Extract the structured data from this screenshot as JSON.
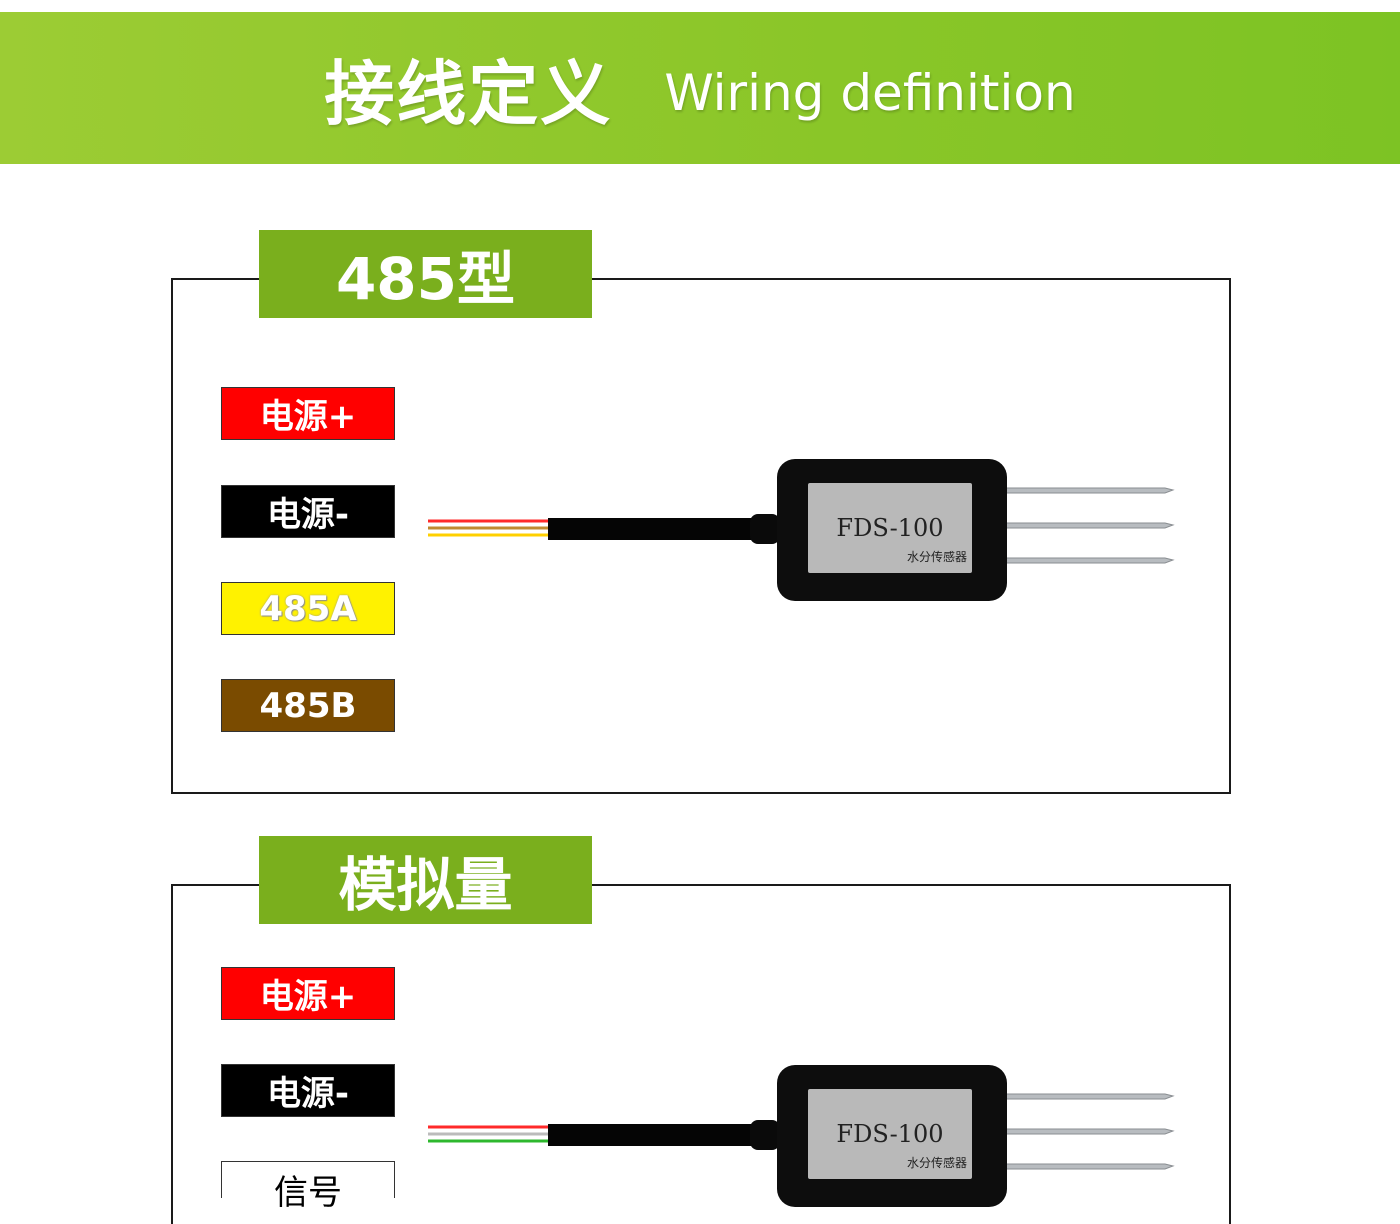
{
  "header": {
    "title_cn": "接线定义",
    "title_en": "Wiring definition"
  },
  "sections": [
    {
      "title": "485型",
      "labels": [
        {
          "text": "电源+",
          "style": "red"
        },
        {
          "text": "电源-",
          "style": "black"
        },
        {
          "text": "485A",
          "style": "yellow"
        },
        {
          "text": "485B",
          "style": "brown"
        }
      ],
      "wire_colors": [
        "#ff2a2a",
        "#c08a30",
        "#ffd000"
      ],
      "sensor": {
        "model": "FDS-100",
        "name": "水分传感器"
      }
    },
    {
      "title": "模拟量",
      "labels": [
        {
          "text": "电源+",
          "style": "red"
        },
        {
          "text": "电源-",
          "style": "black"
        },
        {
          "text": "信号",
          "style": "white"
        }
      ],
      "wire_colors": [
        "#ff2a2a",
        "#bbbbbb",
        "#2eb82e"
      ],
      "sensor": {
        "model": "FDS-100",
        "name": "水分传感器"
      }
    }
  ],
  "colors": {
    "accent_green": "#7aaf1d",
    "header_green": "#8ac628"
  }
}
